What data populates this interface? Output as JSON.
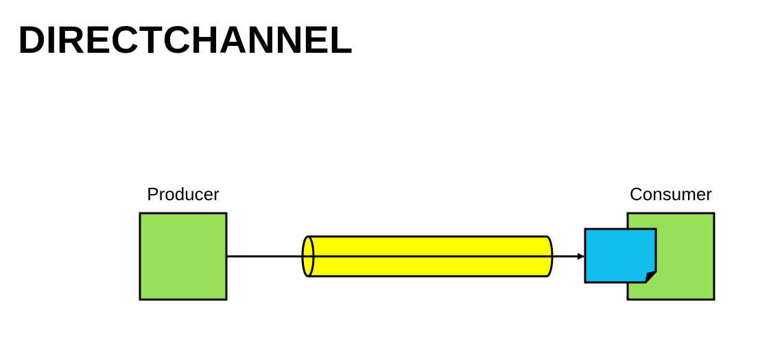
{
  "title": "DIRECTCHANNEL",
  "producer": {
    "label": "Producer"
  },
  "consumer": {
    "label": "Consumer"
  },
  "colors": {
    "producer_fill": "#99e05a",
    "consumer_fill": "#99e05a",
    "channel_fill": "#ffff00",
    "message_fill": "#12bcec",
    "stroke": "#000000"
  }
}
